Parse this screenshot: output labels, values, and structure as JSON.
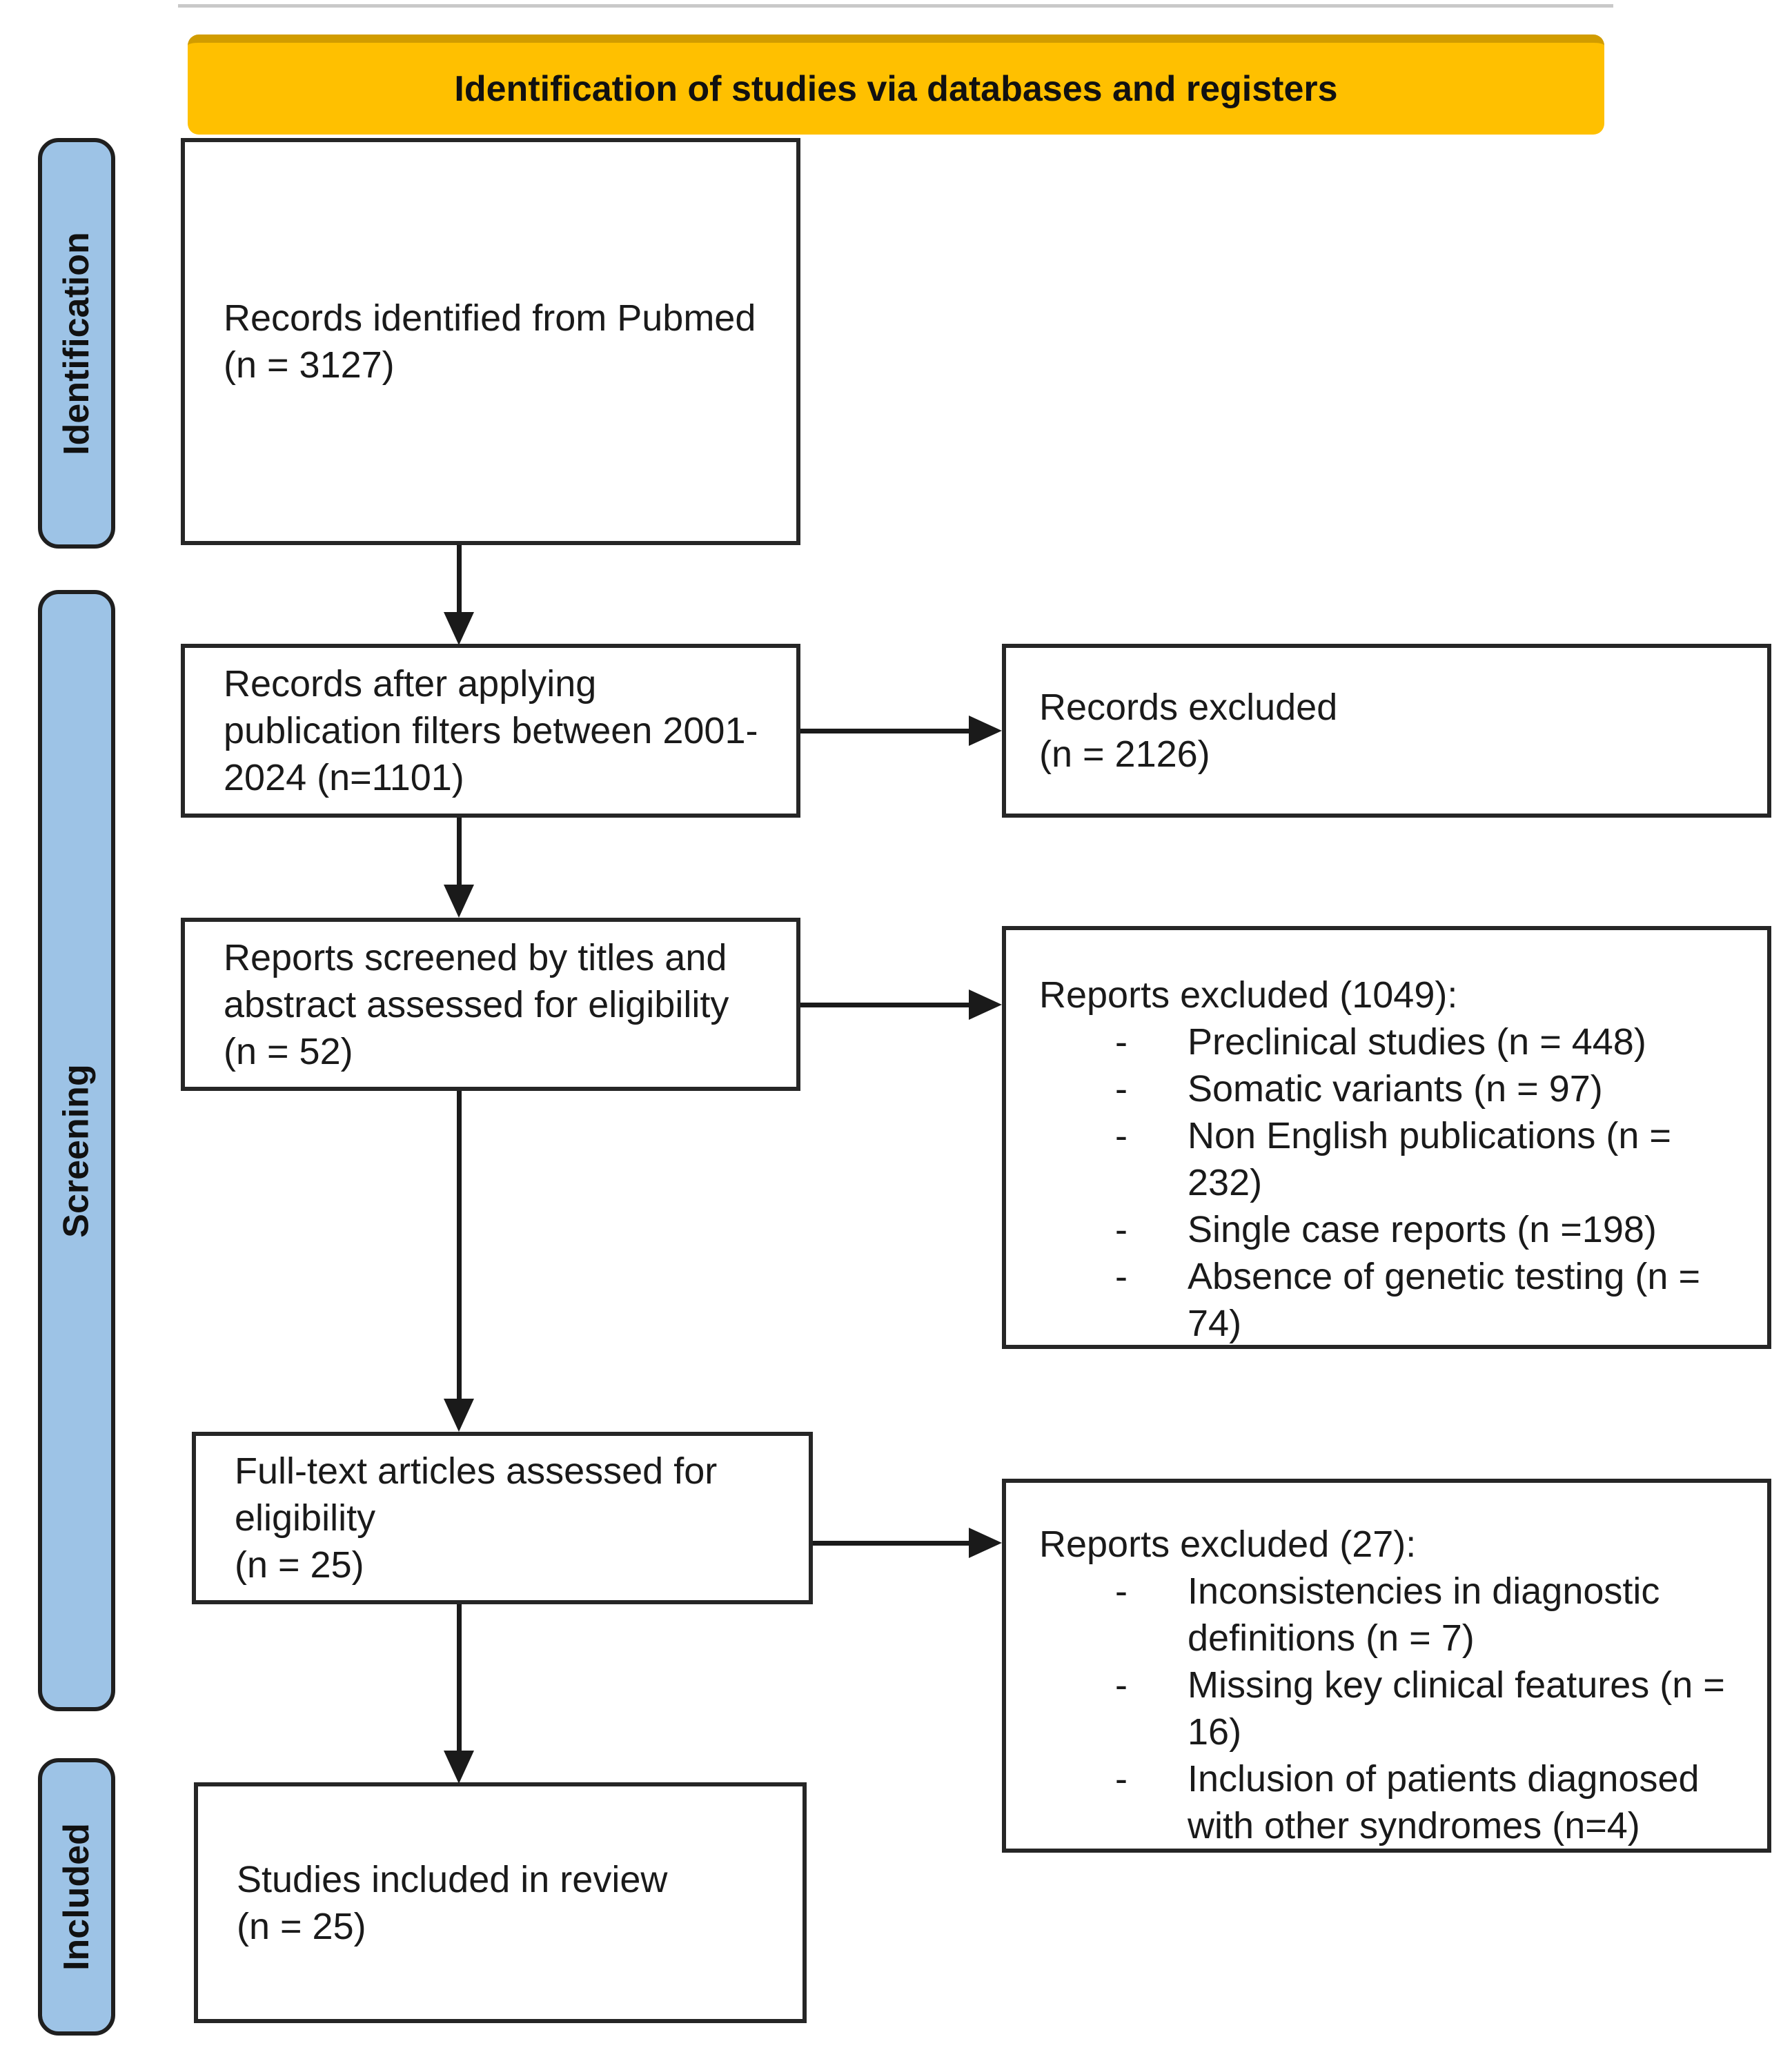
{
  "banner": {
    "title": "Identification of studies via databases and registers"
  },
  "sidebar": {
    "stages": [
      {
        "label": "Identification"
      },
      {
        "label": "Screening"
      },
      {
        "label": "Included"
      }
    ]
  },
  "flow_boxes": [
    {
      "text": "Records identified from Pubmed\n(n = 3127)"
    },
    {
      "text": "Records after applying\npublication filters between 2001-\n2024 (n=1101)"
    },
    {
      "text": "Reports screened by titles and\nabstract assessed for eligibility\n(n = 52)"
    },
    {
      "text": "Full-text articles assessed for\neligibility\n(n = 25)"
    },
    {
      "text": "Studies included in review\n(n = 25)"
    }
  ],
  "exclusion_boxes": [
    {
      "title": "Records excluded\n(n = 2126)",
      "items": []
    },
    {
      "title": "Reports excluded (1049):",
      "items": [
        "Preclinical studies (n = 448)",
        "Somatic variants (n = 97)",
        "Non English publications (n =\n232)",
        "Single case reports (n =198)",
        "Absence of genetic testing (n =\n74)"
      ]
    },
    {
      "title": "Reports excluded (27):",
      "items": [
        "Inconsistencies in diagnostic\ndefinitions (n = 7)",
        "Missing key clinical features (n =\n16)",
        "Inclusion of patients diagnosed\nwith other syndromes (n=4)"
      ]
    }
  ],
  "bullet_marker": "-",
  "colors": {
    "banner_bg": "#FFC000",
    "banner_top": "#D19C00",
    "stage_bg": "#9DC3E6",
    "box_border": "#262626",
    "arrow": "#1A1A1A",
    "text": "#1A1A1A"
  }
}
